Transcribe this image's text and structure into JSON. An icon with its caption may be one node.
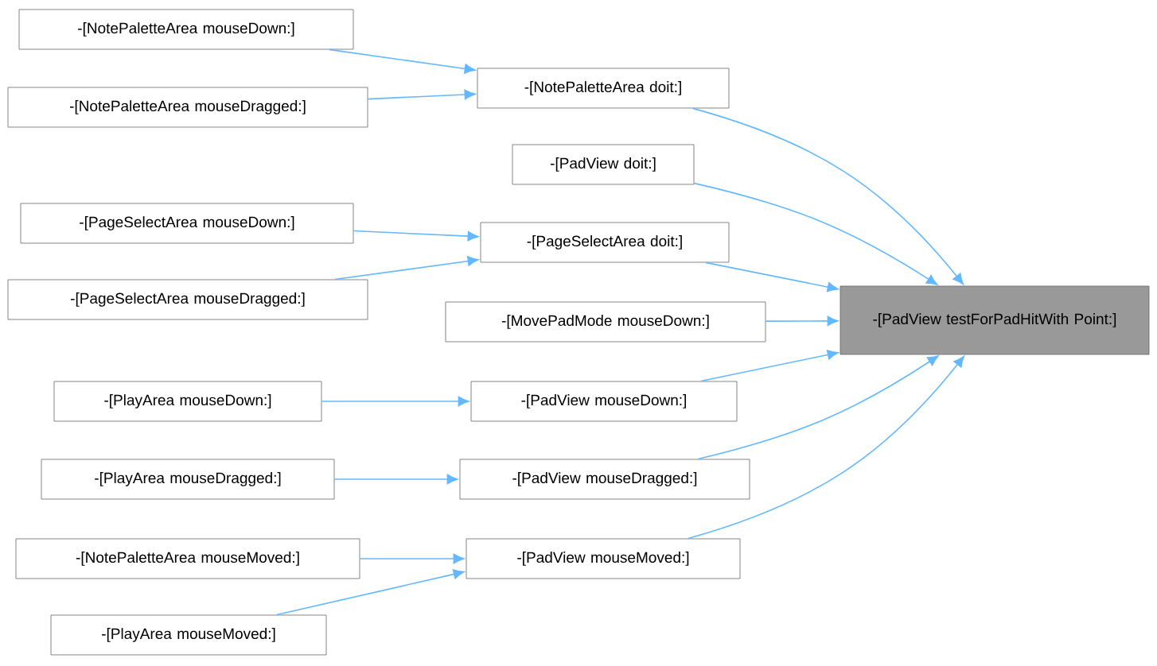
{
  "diagram": {
    "nodes": [
      {
        "text": [
          "-[NotePaletteArea mouseDown:]"
        ]
      },
      {
        "text": [
          "-[NotePaletteArea mouseDragged:]"
        ]
      },
      {
        "text": [
          "-[NotePaletteArea doit:]"
        ]
      },
      {
        "text": [
          "-[PadView doit:]"
        ]
      },
      {
        "text": [
          "-[PageSelectArea mouseDown:]"
        ]
      },
      {
        "text": [
          "-[PageSelectArea mouseDragged:]"
        ]
      },
      {
        "text": [
          "-[PageSelectArea doit:]"
        ]
      },
      {
        "text": [
          "-[MovePadMode mouseDown:]"
        ]
      },
      {
        "text": [
          "-[PadView testForPadHitWith Point:]"
        ]
      },
      {
        "text": [
          "-[PlayArea mouseDown:]"
        ]
      },
      {
        "text": [
          "-[PadView mouseDown:]"
        ]
      },
      {
        "text": [
          "-[PlayArea mouseDragged:]"
        ]
      },
      {
        "text": [
          "-[PadView mouseDragged:]"
        ]
      },
      {
        "text": [
          "-[NotePaletteArea mouseMoved:]"
        ]
      },
      {
        "text": [
          "-[PadView mouseMoved:]"
        ]
      },
      {
        "text": [
          "-[PlayArea mouseMoved:]"
        ]
      }
    ],
    "edges": [
      {
        "from": 0,
        "to": 2,
        "arrow": "to"
      },
      {
        "from": 1,
        "to": 2,
        "arrow": "to"
      },
      {
        "from": 2,
        "to": 8,
        "arrow": "to"
      },
      {
        "from": 3,
        "to": 8,
        "arrow": "to"
      },
      {
        "from": 4,
        "to": 6,
        "arrow": "to"
      },
      {
        "from": 5,
        "to": 6,
        "arrow": "to"
      },
      {
        "from": 6,
        "to": 8,
        "arrow": "to"
      },
      {
        "from": 7,
        "to": 8,
        "arrow": "to"
      },
      {
        "from": 9,
        "to": 10,
        "arrow": "to"
      },
      {
        "from": 10,
        "to": 8,
        "arrow": "to"
      },
      {
        "from": 11,
        "to": 12,
        "arrow": "to"
      },
      {
        "from": 12,
        "to": 8,
        "arrow": "to"
      },
      {
        "from": 13,
        "to": 14,
        "arrow": "to"
      },
      {
        "from": 15,
        "to": 14,
        "arrow": "to"
      },
      {
        "from": 14,
        "to": 8,
        "arrow": "to"
      }
    ]
  }
}
